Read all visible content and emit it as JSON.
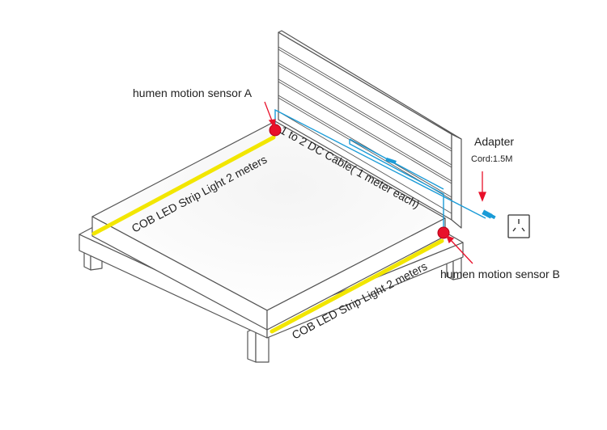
{
  "labels": {
    "sensor_a": "humen motion sensor A",
    "sensor_b": "humen motion sensor B",
    "adapter": "Adapter",
    "cord": "Cord:1.5M",
    "cable": "1 to 2 DC Cable( 1 meter each)",
    "strip_left": "COB LED Strip Light 2 meters",
    "strip_front": "COB LED Strip Light 2 meters"
  },
  "colors": {
    "line": "#555555",
    "led_strip": "#f2e600",
    "cable": "#1a9bd7",
    "sensor": "#e8102a",
    "arrow": "#e8102a"
  },
  "icons": {
    "outlet": "power-outlet-icon",
    "plug": "dc-plug-icon"
  }
}
